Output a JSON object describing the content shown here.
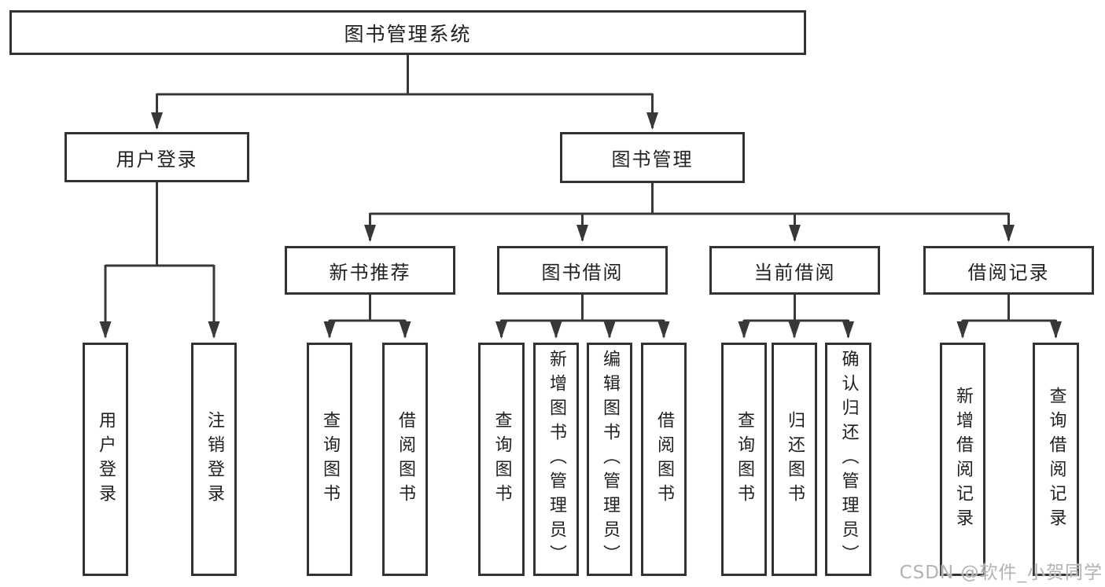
{
  "diagram": {
    "root": {
      "label": "图书管理系统"
    },
    "tree": [
      {
        "label": "用户登录",
        "leaves": [
          {
            "label": "用户登录"
          },
          {
            "label": "注销登录"
          }
        ]
      },
      {
        "label": "图书管理",
        "children": [
          {
            "label": "新书推荐",
            "leaves": [
              {
                "label": "查询图书"
              },
              {
                "label": "借阅图书"
              }
            ]
          },
          {
            "label": "图书借阅",
            "leaves": [
              {
                "label": "查询图书"
              },
              {
                "label": "新增图书（管理员）"
              },
              {
                "label": "编辑图书（管理员）"
              },
              {
                "label": "借阅图书"
              }
            ]
          },
          {
            "label": "当前借阅",
            "leaves": [
              {
                "label": "查询图书"
              },
              {
                "label": "归还图书"
              },
              {
                "label": "确认归还（管理员）"
              }
            ]
          },
          {
            "label": "借阅记录",
            "leaves": [
              {
                "label": "新增借阅记录"
              },
              {
                "label": "查询借阅记录"
              }
            ]
          }
        ]
      }
    ],
    "watermark": "CSDN @软件_小贺同学",
    "colors": {
      "line": "#383838",
      "box_border": "#333333",
      "text": "#212121",
      "watermark": "#b3b3b3"
    }
  }
}
